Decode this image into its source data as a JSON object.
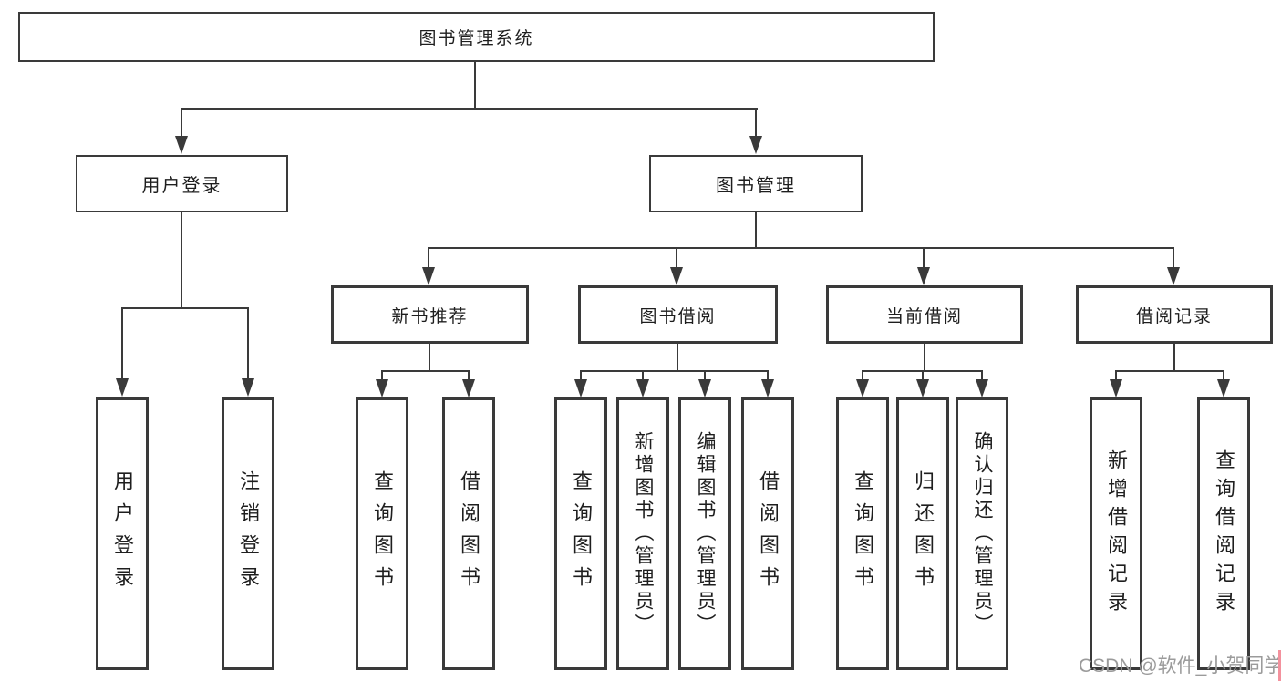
{
  "tree": {
    "root": {
      "label": "图书管理系统"
    },
    "branches": [
      {
        "label": "用户登录",
        "children": [
          {
            "label": "用户登录"
          },
          {
            "label": "注销登录"
          }
        ]
      },
      {
        "label": "图书管理",
        "children": [
          {
            "label": "新书推荐",
            "children": [
              {
                "label": "查询图书"
              },
              {
                "label": "借阅图书"
              }
            ]
          },
          {
            "label": "图书借阅",
            "children": [
              {
                "label": "查询图书"
              },
              {
                "label": "新增图书（管理员）"
              },
              {
                "label": "编辑图书（管理员）"
              },
              {
                "label": "借阅图书"
              }
            ]
          },
          {
            "label": "当前借阅",
            "children": [
              {
                "label": "查询图书"
              },
              {
                "label": "归还图书"
              },
              {
                "label": "确认归还（管理员）"
              }
            ]
          },
          {
            "label": "借阅记录",
            "children": [
              {
                "label": "新增借阅记录"
              },
              {
                "label": "查询借阅记录"
              }
            ]
          }
        ]
      }
    ]
  },
  "watermark": {
    "text": "CSDN @软件_小贺同学"
  },
  "colors": {
    "line": "#3a3a3a",
    "box_border": "#3a3a3a",
    "text": "#1e1e1e",
    "watermark_text": "#9b9b9b",
    "watermark_strip": "#f3919d",
    "background": "#ffffff"
  }
}
